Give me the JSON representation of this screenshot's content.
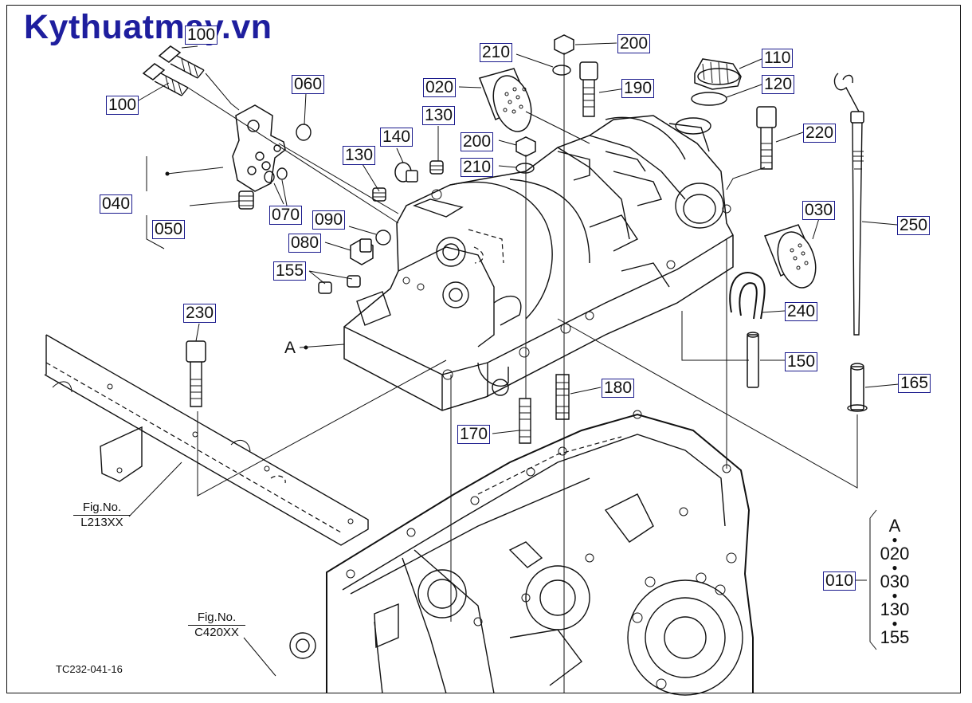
{
  "site_logo": "Kythuatmay.vn",
  "drawing_code": "TC232-041-16",
  "part_labels": {
    "p010": "010",
    "p020": "020",
    "p030": "030",
    "p040": "040",
    "p050": "050",
    "p060": "060",
    "p070": "070",
    "p080": "080",
    "p090": "090",
    "p100a": "100",
    "p100b": "100",
    "p110": "110",
    "p120": "120",
    "p130a": "130",
    "p130b": "130",
    "p140": "140",
    "p150": "150",
    "p155": "155",
    "p165": "165",
    "p170": "170",
    "p180": "180",
    "p190": "190",
    "p200a": "200",
    "p200b": "200",
    "p210a": "210",
    "p210b": "210",
    "p220": "220",
    "p230": "230",
    "p240": "240",
    "p250": "250"
  },
  "assembly_marker": "A",
  "fig_refs": {
    "frame": {
      "line1": "Fig.No.",
      "line2": "L213XX"
    },
    "transmission": {
      "line1": "Fig.No.",
      "line2": "C420XX"
    }
  },
  "kit": {
    "header": "A",
    "items": [
      "020",
      "030",
      "130",
      "155"
    ]
  }
}
